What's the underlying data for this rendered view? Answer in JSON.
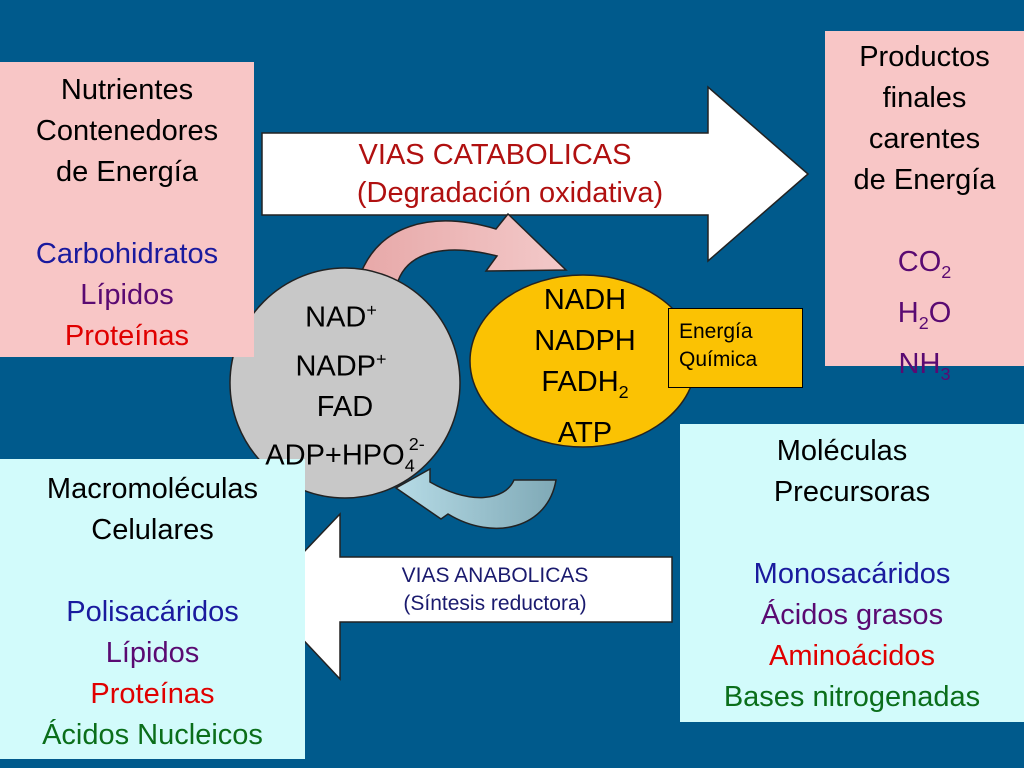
{
  "nutrientes": {
    "heading": [
      "Nutrientes",
      "Contenedores",
      "de Energía"
    ],
    "items": [
      {
        "text": "Carbohidratos",
        "color": "#1a1a9e"
      },
      {
        "text": "Lípidos",
        "color": "#5a0a72"
      },
      {
        "text": "Proteínas",
        "color": "#e00000"
      }
    ]
  },
  "productos": {
    "heading": [
      "Productos",
      "finales",
      "carentes",
      "de Energía"
    ],
    "items": [
      {
        "base": "CO",
        "sub": "2",
        "after": ""
      },
      {
        "base": "H",
        "sub": "2",
        "after": "O"
      },
      {
        "base": "NH",
        "sub": "3",
        "after": ""
      }
    ],
    "items_color": "#5a0a72"
  },
  "macromoleculas": {
    "heading": [
      "Macromoléculas",
      "Celulares"
    ],
    "items": [
      {
        "text": "Polisacáridos",
        "color": "#1a1a9e"
      },
      {
        "text": "Lípidos",
        "color": "#5a0a72"
      },
      {
        "text": "Proteínas",
        "color": "#e00000"
      },
      {
        "text": "Ácidos Nucleicos",
        "color": "#0a6e1a"
      }
    ]
  },
  "precursoras": {
    "heading": [
      "Moléculas",
      "Precursoras"
    ],
    "items": [
      {
        "text": "Monosacáridos",
        "color": "#1a1a9e"
      },
      {
        "text": "Ácidos grasos",
        "color": "#5a0a72"
      },
      {
        "text": "Aminoácidos",
        "color": "#e00000"
      },
      {
        "text": "Bases nitrogenadas",
        "color": "#0a6e1a"
      }
    ]
  },
  "catabolic": {
    "line1": "VIAS CATABOLICAS",
    "line2": "(Degradación oxidativa)",
    "color": "#b01010"
  },
  "anabolic": {
    "line1": "VIAS ANABOLICAS",
    "line2": "(Síntesis reductora)",
    "color": "#1a1a6e"
  },
  "oxidized": {
    "nad": "NAD",
    "nad_sup": "+",
    "nadp": "NADP",
    "nadp_sup": "+",
    "fad": "FAD",
    "adp": "ADP+HPO",
    "adp_sub": "4",
    "adp_sup": "2-"
  },
  "reduced": {
    "nadh": "NADH",
    "nadph": "NADPH",
    "fadh": "FADH",
    "fadh_sub": "2",
    "atp": "ATP"
  },
  "energia": {
    "line1": "Energía",
    "line2": "Química"
  },
  "colors": {
    "background": "#005a8c",
    "pink_box": "#f8c6c6",
    "cyan_box": "#d2fbfb",
    "gray_circle": "#c8c8c8",
    "yellow_circle": "#fbc203"
  }
}
